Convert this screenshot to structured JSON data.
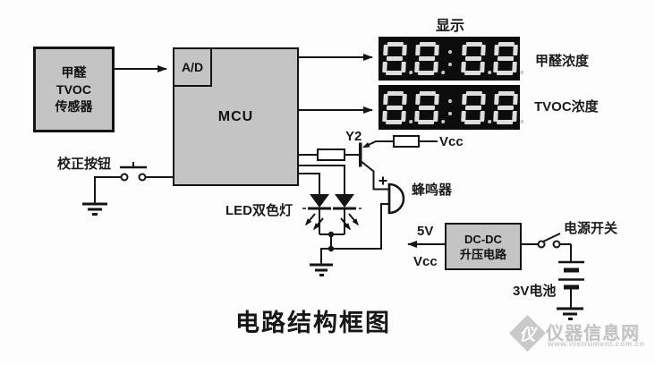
{
  "title": "电路结构框图",
  "blocks": {
    "sensor": {
      "line1": "甲醛",
      "line2": "TVOC",
      "line3": "传感器"
    },
    "adc": {
      "label": "A/D"
    },
    "mcu": {
      "label": "MCU"
    },
    "dcdc": {
      "line1": "DC-DC",
      "line2": "升压电路"
    }
  },
  "displays": {
    "caption": "显示",
    "units": [
      {
        "name": "formaldehyde-display",
        "digits": "8888",
        "colon": true,
        "decimal_points": true,
        "label": "甲醛浓度"
      },
      {
        "name": "tvoc-display",
        "digits": "8888",
        "colon": true,
        "decimal_points": true,
        "label": "TVOC浓度"
      }
    ]
  },
  "labels": {
    "calibration_button": "校正按钮",
    "transistor_ref": "Y2",
    "vcc_top": "Vcc",
    "buzzer": "蜂鸣器",
    "led_bicolor": "LED双色灯",
    "supply_5v": "5V",
    "vcc_bottom": "Vcc",
    "power_switch": "电源开关",
    "battery_3v": "3V电池"
  },
  "watermark": {
    "site_name": "仪器信息网",
    "site_url": "www.instrument.com.cn"
  },
  "colors": {
    "box_fill": "#c4c4c4",
    "box_border": "#141414",
    "wire": "#141414",
    "display_bg": "#0c0c0c",
    "segment": "#dedede",
    "watermark": "#c6c6c6",
    "background": "#fdfdfd"
  }
}
